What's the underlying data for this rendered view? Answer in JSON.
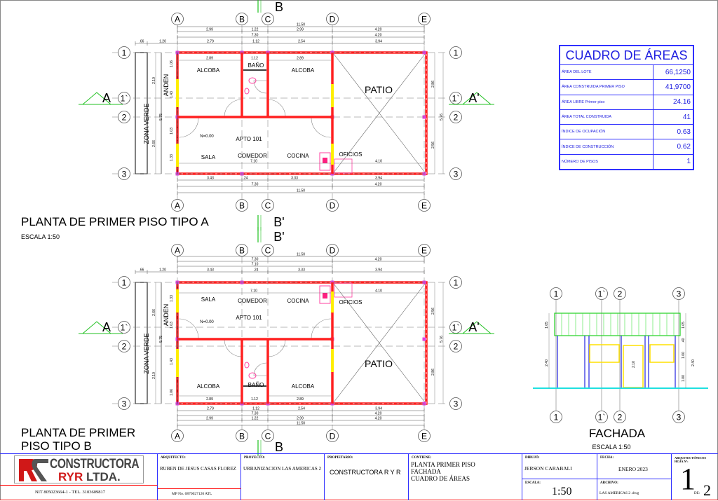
{
  "plans": [
    {
      "title": "PLANTA DE PRIMER PISO TIPO A",
      "scale": "ESCALA 1:50",
      "section_left": "A",
      "section_right": "A'",
      "cut_top": "B",
      "cut_bottom": "B'",
      "rooms": [
        "ALCOBA",
        "BAÑO",
        "ALCOBA",
        "PATIO",
        "N=0.00",
        "APTO 101",
        "SALA",
        "COMEDOR",
        "COCINA",
        "OFICIOS"
      ],
      "dims_top": [
        [
          "11.50"
        ],
        [
          "2.99",
          "1.22",
          "2.99",
          "4.20"
        ],
        [
          "7.30",
          "4.20"
        ],
        [
          ".66",
          "1.20",
          "2.79",
          "1.12",
          "2.54",
          "3.94"
        ]
      ],
      "dims_bottom": [
        [
          "3.43",
          ".24",
          "3.33",
          "3.94"
        ],
        [
          "7.30",
          "4.20"
        ],
        [
          "11.50"
        ]
      ],
      "dims_inner": [
        "2.89",
        "1.12",
        "2.89",
        "7.10",
        "4.10"
      ],
      "dims_left": [
        "2.10",
        "5.75",
        "2.66",
        "1.06",
        "1.43",
        "1.03",
        "1.33"
      ],
      "dims_right": [
        "2.86",
        "5.76",
        "2.56"
      ],
      "zone_labels": [
        "ZONA VERDE",
        "ANDEN"
      ]
    },
    {
      "title": "PLANTA DE PRIMER PISO TIPO B",
      "title_line1": "PLANTA DE PRIMER",
      "title_line2": "PISO TIPO B",
      "section_left": "A",
      "section_right": "A'",
      "cut_top": "B'",
      "cut_bottom": "B",
      "rooms": [
        "ALCOBA",
        "BAÑO",
        "ALCOBA",
        "PATIO",
        "N=0.00",
        "APTO 101",
        "SALA",
        "COMEDOR",
        "COCINA",
        "OFICIOS"
      ],
      "dims_top": [
        [
          "11.50"
        ],
        [
          "7.30",
          "4.20"
        ],
        [
          "7.10"
        ],
        [
          ".66",
          "1.20",
          "3.43",
          ".24",
          "3.33",
          "3.94"
        ]
      ],
      "dims_bottom": [
        [
          "2.79",
          "1.12",
          "2.54",
          "3.94"
        ],
        [
          "7.30",
          "4.20"
        ],
        [
          "2.99",
          "1.22",
          "2.99",
          "4.20"
        ],
        [
          "11.50"
        ]
      ],
      "dims_inner": [
        "2.89",
        "1.12",
        "2.89",
        "7.10",
        "4.10"
      ],
      "dims_left": [
        "2.10",
        "5.75",
        "2.66",
        "1.06",
        "1.43",
        "1.03",
        "1.33"
      ],
      "dims_right": [
        "2.86",
        "5.76",
        "2.56"
      ],
      "zone_labels": [
        "ZONA VERDE",
        "ANDEN"
      ]
    }
  ],
  "grid_cols": [
    "A",
    "B",
    "C",
    "D",
    "E"
  ],
  "grid_rows": [
    "1",
    "1`",
    "2",
    "3"
  ],
  "areas_table": {
    "title": "CUADRO DE ÁREAS",
    "rows": [
      {
        "label": "ÁREA DEL LOTE",
        "value": "66,1250"
      },
      {
        "label": "ÁREA CONSTRUIDA PRIMER PISO",
        "value": "41,9700"
      },
      {
        "label": "ÁREA LIBRE Primer piso",
        "value": "24.16"
      },
      {
        "label": "ÁREA TOTAL CONSTRUIDA",
        "value": "41"
      },
      {
        "label": "ÍNDICE DE OCUPACIÓN",
        "value": "0.63"
      },
      {
        "label": "ÍNDICE DE CONSTRUCCIÓN",
        "value": "0.62"
      },
      {
        "label": "NÚMERO DE PISOS",
        "value": "1"
      }
    ]
  },
  "facade": {
    "title": "FACHADA",
    "scale": "ESCALA 1:50",
    "axes": [
      "1",
      "1`",
      "2",
      "3"
    ],
    "dims": [
      "1.05",
      "2.40",
      "2.10",
      "1.05",
      ".40",
      "1.00",
      "1.00",
      "2.40"
    ]
  },
  "title_block": {
    "logo_text": "CONSTRUCTORA",
    "logo_sub_ryr": "RYR",
    "logo_sub_ltda": "LTDA.",
    "nit": "NIT 805023664-1  -  TEL. 3103609817",
    "architect_label": "ARQUITECTO:",
    "architect": "RUBEN DE JESUS CASAS FLOREZ",
    "mp": "MP  No. 0870027120 ATL",
    "project_label": "PROYECTO:",
    "project": "URBANIZACION LAS AMERICAS 2",
    "owner_label": "PROPIETARIO:",
    "owner": "CONSTRUCTORA R Y R",
    "contents_label": "CONTIENE:",
    "contents": [
      "PLANTA PRIMER PISO",
      "FACHADA",
      "CUADRO DE ÁREAS"
    ],
    "drawn_label": "DIBUJÓ:",
    "drawn": "JERSON CARABALI",
    "date_label": "FECHA:",
    "date": "ENERO 2023",
    "scale_label": "ESCALA:",
    "scale": "1:50",
    "file_label": "ARCHIVO:",
    "file": "LAS AMERICAS 2 .dwg",
    "sheet_label": "ARQUITECTÓNICOS HOJA Nº:",
    "sheet": "1",
    "of_label": "DE:",
    "total": "2"
  },
  "colors": {
    "wall": "#ff2020",
    "window": "#ffff00",
    "green": "#20c020",
    "blue": "#2020e0",
    "cyan": "#20e0e0",
    "magenta": "#e020e0"
  }
}
